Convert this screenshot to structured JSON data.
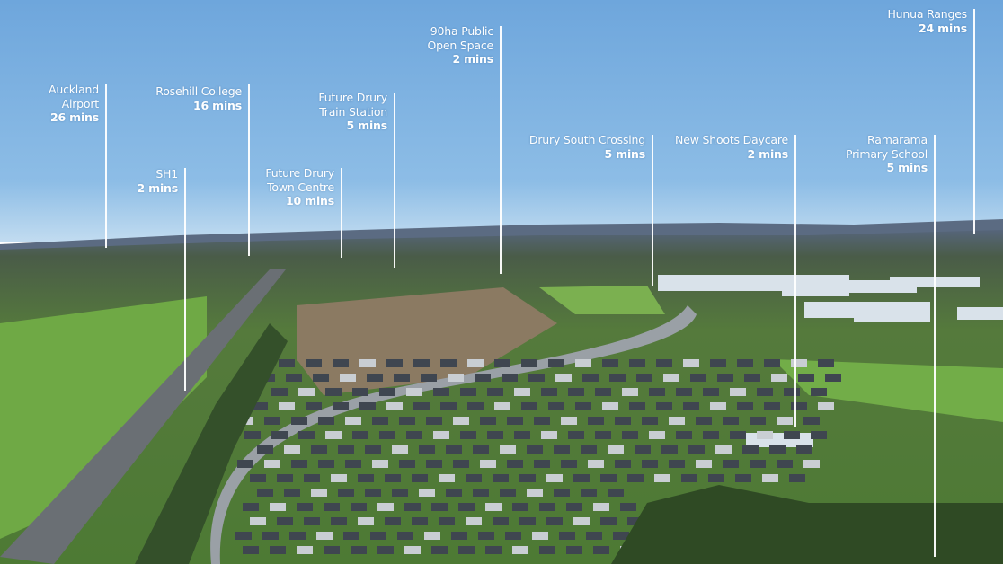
{
  "callouts": [
    {
      "name": "Auckland Airport",
      "lines": [
        "Auckland",
        "Airport"
      ],
      "time": "26 mins"
    },
    {
      "name": "SH1",
      "lines": [
        "SH1"
      ],
      "time": "2 mins"
    },
    {
      "name": "Rosehill College",
      "lines": [
        "Rosehill College"
      ],
      "time": "16 mins"
    },
    {
      "name": "Future Drury Town Centre",
      "lines": [
        "Future Drury",
        "Town Centre"
      ],
      "time": "10 mins"
    },
    {
      "name": "Future Drury Train Station",
      "lines": [
        "Future Drury",
        "Train Station"
      ],
      "time": "5 mins"
    },
    {
      "name": "90ha Public Open Space",
      "lines": [
        "90ha Public",
        "Open Space"
      ],
      "time": "2 mins"
    },
    {
      "name": "Drury South Crossing",
      "lines": [
        "Drury South Crossing"
      ],
      "time": "5 mins"
    },
    {
      "name": "New Shoots Daycare",
      "lines": [
        "New Shoots Daycare"
      ],
      "time": "2 mins"
    },
    {
      "name": "Ramarama Primary School",
      "lines": [
        "Ramarama",
        "Primary School"
      ],
      "time": "5 mins"
    },
    {
      "name": "Hunua Ranges",
      "lines": [
        "Hunua Ranges"
      ],
      "time": "24 mins"
    }
  ],
  "colors": {
    "sky_top": "#6fa7dc",
    "sky_horizon": "#b4d3ee",
    "grass": "#5e9a3a",
    "roof": "#3f4650"
  }
}
